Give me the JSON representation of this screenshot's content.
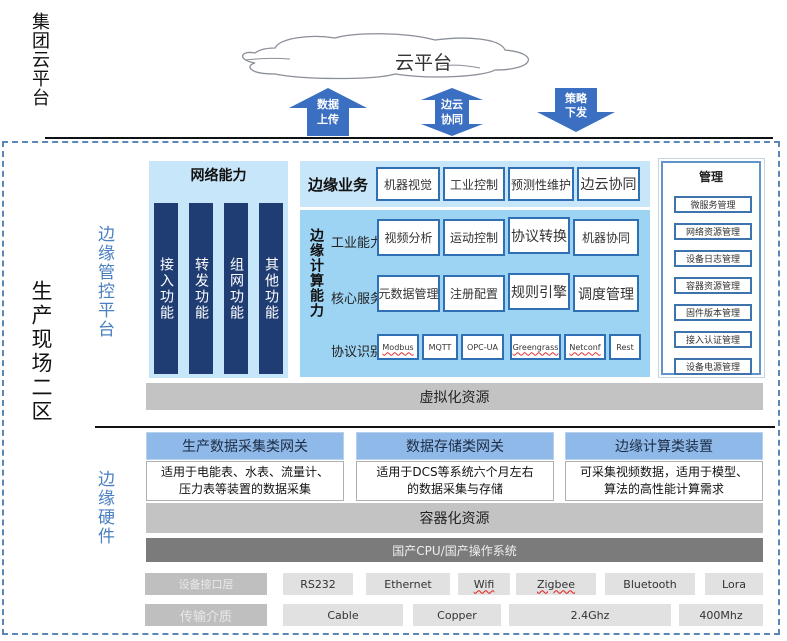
{
  "group_cloud": {
    "label": "集团云平台",
    "cloud_label": "云平台",
    "arrows": [
      {
        "label_line1": "数据",
        "label_line2": "上传",
        "direction": "up"
      },
      {
        "label_line1": "边云",
        "label_line2": "协同",
        "direction": "both"
      },
      {
        "label_line1": "策略",
        "label_line2": "下发",
        "direction": "down"
      }
    ]
  },
  "site": {
    "label": "生产现场二区",
    "edge_mgmt_label": "边缘管控平台",
    "edge_hw_label": "边缘硬件"
  },
  "network": {
    "title": "网络能力",
    "columns": [
      "接入功能",
      "转发功能",
      "组网功能",
      "其他功能"
    ]
  },
  "edge_business": {
    "title": "边缘业务",
    "items": [
      "机器视觉",
      "工业控制",
      "预测性维护",
      "边云协同"
    ]
  },
  "edge_compute": {
    "title": "边缘计算能力",
    "rows": [
      {
        "label": "工业能力",
        "items": [
          "视频分析",
          "运动控制",
          "协议转换",
          "机器协同"
        ]
      },
      {
        "label": "核心服务",
        "items": [
          "元数据管理",
          "注册配置",
          "规则引擎",
          "调度管理"
        ]
      },
      {
        "label": "协议识别",
        "items": [
          "Modbus",
          "MQTT",
          "OPC-UA",
          "Greengrass",
          "Netconf",
          "Rest"
        ]
      }
    ]
  },
  "management": {
    "title": "管理",
    "items": [
      "微服务管理",
      "网络资源管理",
      "设备日志管理",
      "容器资源管理",
      "固件版本管理",
      "接入认证管理",
      "设备电源管理"
    ]
  },
  "virtualization": "虚拟化资源",
  "hardware": {
    "categories": [
      {
        "title": "生产数据采集类网关",
        "desc_line1": "适用于电能表、水表、流量计、",
        "desc_line2": "压力表等装置的数据采集"
      },
      {
        "title": "数据存储类网关",
        "desc_line1": "适用于DCS等系统六个月左右",
        "desc_line2": "的数据采集与存储"
      },
      {
        "title": "边缘计算类装置",
        "desc_line1": "可采集视频数据，适用于模型、",
        "desc_line2": "算法的高性能计算需求"
      }
    ],
    "container": "容器化资源",
    "os": "国产CPU/国产操作系统",
    "interface_layer": {
      "label": "设备接口层",
      "items": [
        "RS232",
        "Ethernet",
        "Wifi",
        "Zigbee",
        "Bluetooth",
        "Lora"
      ]
    },
    "medium_layer": {
      "label": "传输介质",
      "items": [
        "Cable",
        "Copper",
        "2.4Ghz",
        "400Mhz"
      ]
    }
  },
  "colors": {
    "dark_blue": "#1f3d73",
    "light_blue": "#c8e6fa",
    "mid_blue": "#9dd3f3",
    "arrow_blue": "#3a6fc1",
    "frame_dash": "#5b87b8",
    "label_blue": "#4a7fc0"
  }
}
